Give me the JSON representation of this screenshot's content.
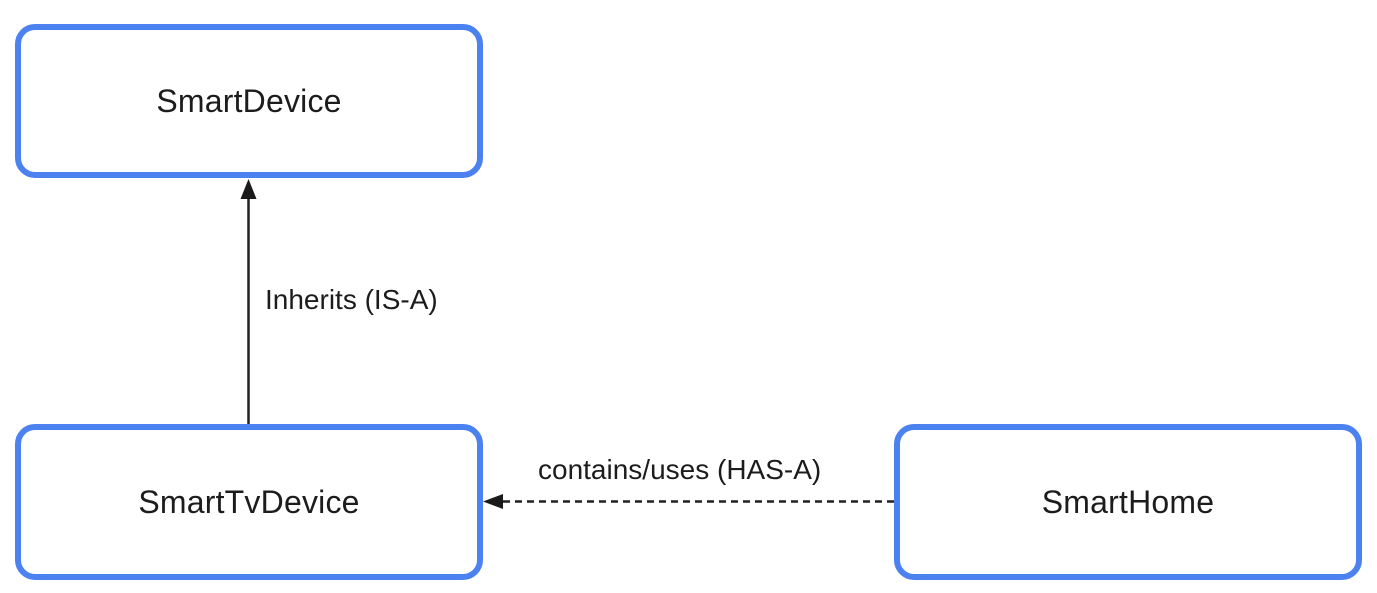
{
  "diagram": {
    "colors": {
      "accent": "#4b82f0",
      "line": "#212121",
      "text": "#1c1c1c",
      "background": "#ffffff"
    },
    "nodes": [
      {
        "id": "smart-device",
        "label": "SmartDevice"
      },
      {
        "id": "smart-tv-device",
        "label": "SmartTvDevice"
      },
      {
        "id": "smart-home",
        "label": "SmartHome"
      }
    ],
    "edges": [
      {
        "id": "inherits",
        "label": "Inherits (IS-A)",
        "from": "smart-tv-device",
        "to": "smart-device",
        "line_style": "solid"
      },
      {
        "id": "contains-uses",
        "label": "contains/uses (HAS-A)",
        "from": "smart-home",
        "to": "smart-tv-device",
        "line_style": "dashed"
      }
    ]
  }
}
